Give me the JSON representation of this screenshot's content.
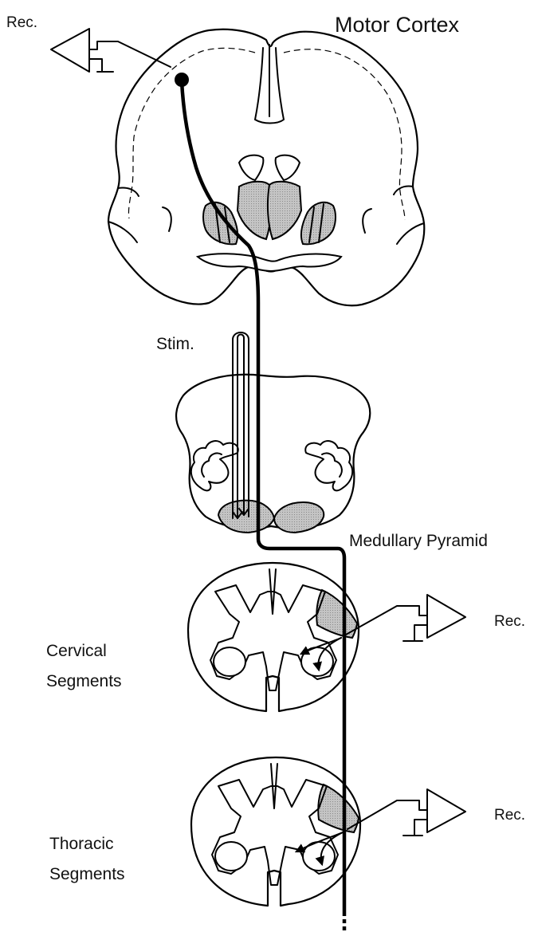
{
  "labels": {
    "motor_cortex": "Motor Cortex",
    "rec_cortex": "Rec.",
    "stim": "Stim.",
    "medullary_pyramid": "Medullary Pyramid",
    "rec_cervical": "Rec.",
    "cervical_line1": "Cervical",
    "cervical_line2": "Segments",
    "rec_thoracic": "Rec.",
    "thoracic_line1": "Thoracic",
    "thoracic_line2": "Segments"
  },
  "colors": {
    "stroke": "#000000",
    "shading": "#b3b3b3",
    "background": "#ffffff"
  }
}
